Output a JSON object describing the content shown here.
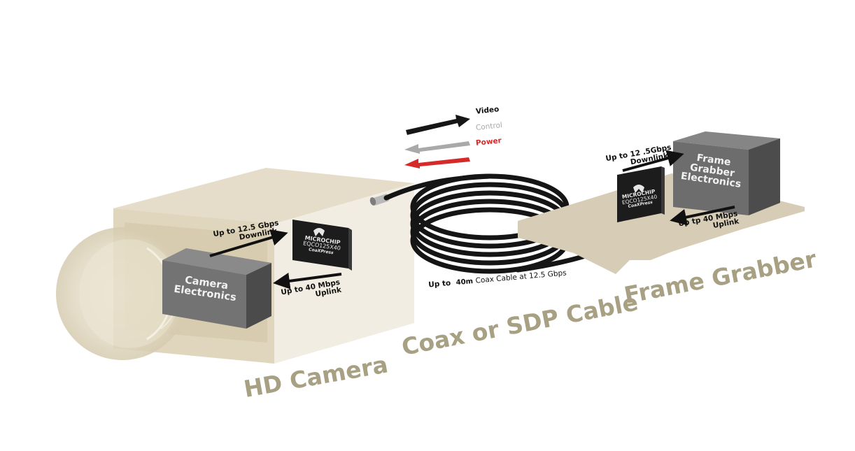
{
  "legend": {
    "items": [
      {
        "label": "Video",
        "color": "#1a1a1a",
        "direction": "right"
      },
      {
        "label": "Control",
        "color": "#a9a9a9",
        "direction": "left"
      },
      {
        "label": "Power",
        "color": "#d62a2a",
        "direction": "left"
      }
    ]
  },
  "camera": {
    "section_title": "HD Camera",
    "electronics_line1": "Camera",
    "electronics_line2": "Electronics",
    "downlink_line1": "Up to  12.5 Gbps",
    "downlink_line2": "Downlink",
    "uplink_line1": "Up to 40 Mbps",
    "uplink_line2": "Uplink",
    "chip": {
      "brand": "MICROCHIP",
      "part": "EQCO125X40",
      "sub": "CoaXPress"
    }
  },
  "cable": {
    "section_title": "Coax or SDP Cable",
    "caption_prefix": "Up to",
    "caption_length": "40m",
    "caption_suffix": "Coax Cable at 12.5 Gbps"
  },
  "frame_grabber": {
    "section_title": "Frame Grabber",
    "electronics_line1": "Frame",
    "electronics_line2": "Grabber",
    "electronics_line3": "Electronics",
    "downlink_line1": "Up to  12 .5Gbps",
    "downlink_line2": "Downlink",
    "uplink_line1": "Up tp 40 Mbps",
    "uplink_line2": "Uplink",
    "chip": {
      "brand": "MICROCHIP",
      "part": "EQCO125X40",
      "sub": "CoaXPress"
    }
  },
  "colors": {
    "section_title": "#a8a082",
    "camera_body": "#ece6d4",
    "camera_body_dark": "#d9cfb2",
    "board": "#d7cdb6",
    "electronics_front": "#6e6e6e",
    "electronics_side": "#4a4a4a",
    "chip": "#1c1c1c",
    "cable": "#161616"
  }
}
